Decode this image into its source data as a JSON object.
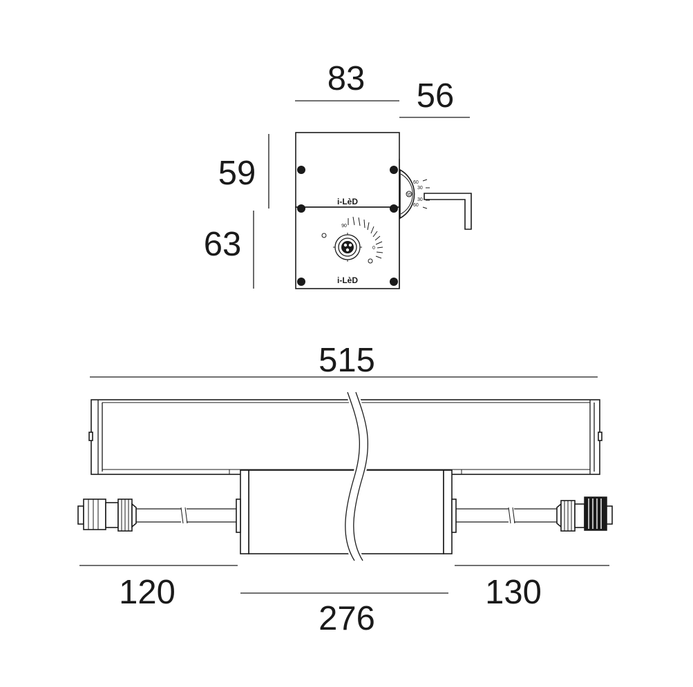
{
  "dimensions": {
    "top_width": "83",
    "top_depth": "56",
    "upper_height": "59",
    "lower_height": "63",
    "total_length": "515",
    "left_cable": "120",
    "body_length": "276",
    "right_cable": "130"
  },
  "brand": {
    "upper": "i-LèD",
    "lower": "i-LèD"
  },
  "dial": {
    "left_marks": [
      "90",
      "0"
    ],
    "side_marks": [
      "60",
      "30",
      "35",
      "30",
      "60"
    ]
  }
}
